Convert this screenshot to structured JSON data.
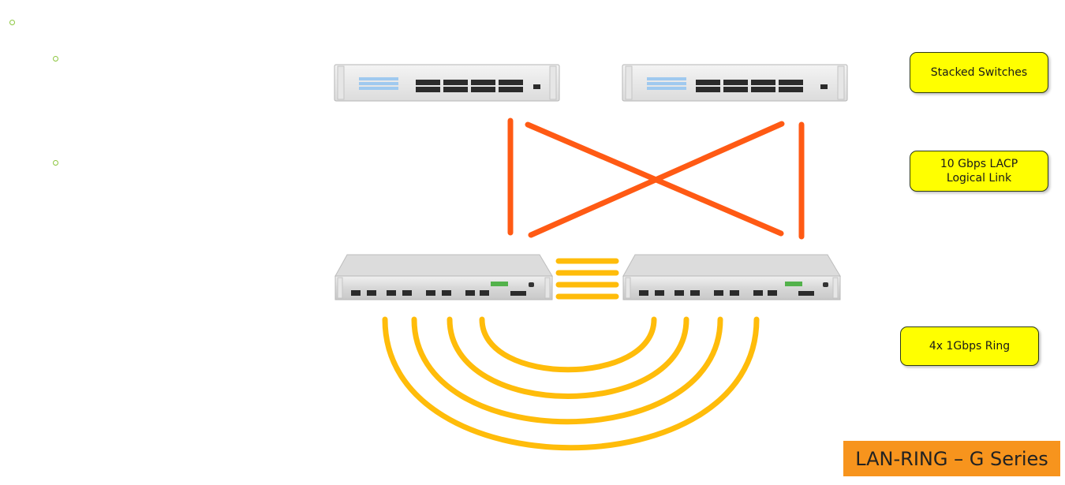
{
  "labels": {
    "stacked_switches": "Stacked Switches",
    "lacp_link_line1": "10 Gbps LACP",
    "lacp_link_line2": "Logical Link",
    "ring": "4x 1Gbps Ring"
  },
  "title": "LAN-RING – G Series",
  "colors": {
    "lacp_links": "#ff5a14",
    "ring_links": "#ffbc0a",
    "label_fill": "#ffff00",
    "title_fill": "#f7941d",
    "bullet": "#8cc63f"
  }
}
